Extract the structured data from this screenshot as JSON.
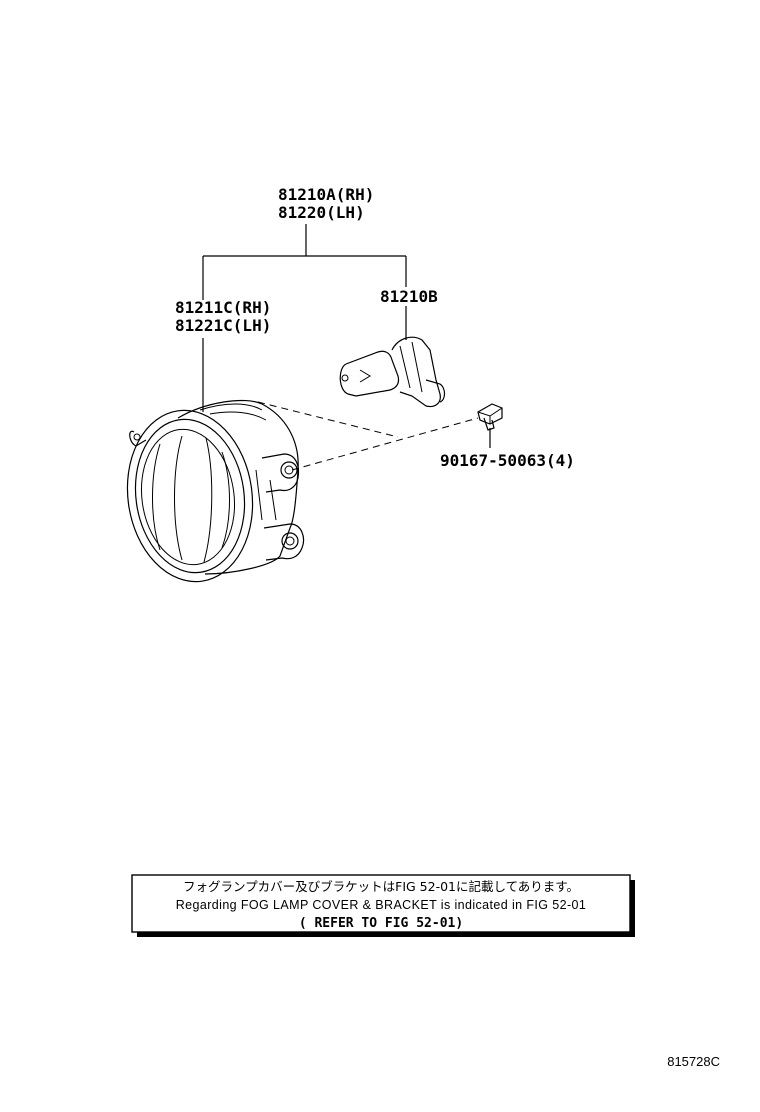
{
  "labels": {
    "assembly_rh": "81210A(RH)",
    "assembly_lh": "81220(LH)",
    "unit_rh": "81211C(RH)",
    "unit_lh": "81221C(LH)",
    "bulb": "81210B",
    "screw": "90167-50063(4)"
  },
  "note": {
    "japanese": "フォグランプカバー及びブラケットはFIG 52-01に記載してあります。",
    "english": "Regarding FOG LAMP COVER & BRACKET is indicated in FIG 52-01",
    "reference": "( REFER TO FIG 52-01)"
  },
  "figure_id": "815728C"
}
